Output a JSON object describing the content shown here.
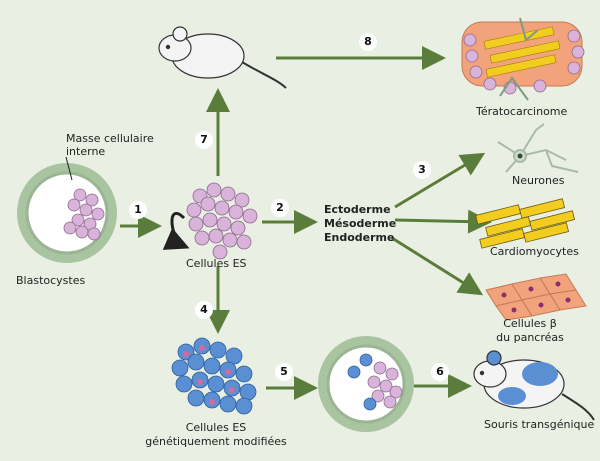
{
  "labels": {
    "inner_cell_mass": "Masse cellulaire interne",
    "blastocysts": "Blastocystes",
    "es_cells": "Cellules ES",
    "ectoderm": "Ectoderme",
    "mesoderm": "Mésoderme",
    "endoderm": "Endoderme",
    "teratocarcinoma": "Tératocarcinome",
    "neurons": "Neurones",
    "cardiomyocytes": "Cardiomyocytes",
    "beta_cells_line1": "Cellules β",
    "beta_cells_line2": "du pancréas",
    "modified_es_line1": "Cellules ES",
    "modified_es_line2": "génétiquement modifiées",
    "transgenic_mouse": "Souris transgénique"
  },
  "steps": [
    "1",
    "2",
    "3",
    "4",
    "5",
    "6",
    "7",
    "8"
  ],
  "colors": {
    "background": "#e9f0e3",
    "arrow": "#5a7d3b",
    "cell_pink": "#d9b3d9",
    "cell_blue": "#5b8fd4",
    "blastocyst_ring": "#a8c4a0",
    "cardio_yellow": "#f2cc1e",
    "beta_orange": "#f3a37c"
  }
}
